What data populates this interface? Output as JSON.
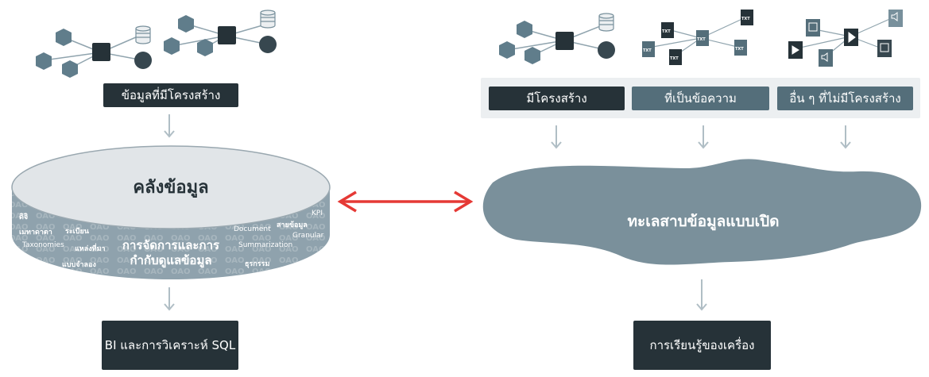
{
  "left": {
    "source_label": "ข้อมูลที่มีโครงสร้าง",
    "warehouse": {
      "title": "คลังข้อมูล",
      "center": "การจัดการและการ\nกำกับดูแลข้อมูล",
      "terms": [
        "ดิจิ",
        "เมทาดาตา",
        "ระเบียน",
        "Taxonomies",
        "แหล่งที่มา",
        "แบบจำลอง",
        "Document",
        "สายข้อมูล",
        "KPI",
        "Granular",
        "Summarization",
        "ธุรกรรม"
      ]
    },
    "output_label": "BI และการวิเคราะห์ SQL"
  },
  "right": {
    "categories": [
      "มีโครงสร้าง",
      "ที่เป็นข้อความ",
      "อื่น ๆ ที่ไม่มีโครงสร้าง"
    ],
    "file_tag": "TXT",
    "lake_title": "ทะเลสาบข้อมูลแบบเปิด",
    "output_label": "การเรียนรู้ของเครื่อง"
  },
  "colors": {
    "dark": "#263238",
    "slate": "#546e7a",
    "lake": "#78909c",
    "arrow_red": "#e53935",
    "arrow_gray": "#b0bec5",
    "cylinder_top": "#e0e4e6",
    "cylinder_side": "#90a4ae",
    "category_bg": "#eceff1"
  },
  "icons": [
    "network-icon",
    "database-icon",
    "document-icon",
    "image-icon",
    "video-icon",
    "audio-icon"
  ]
}
